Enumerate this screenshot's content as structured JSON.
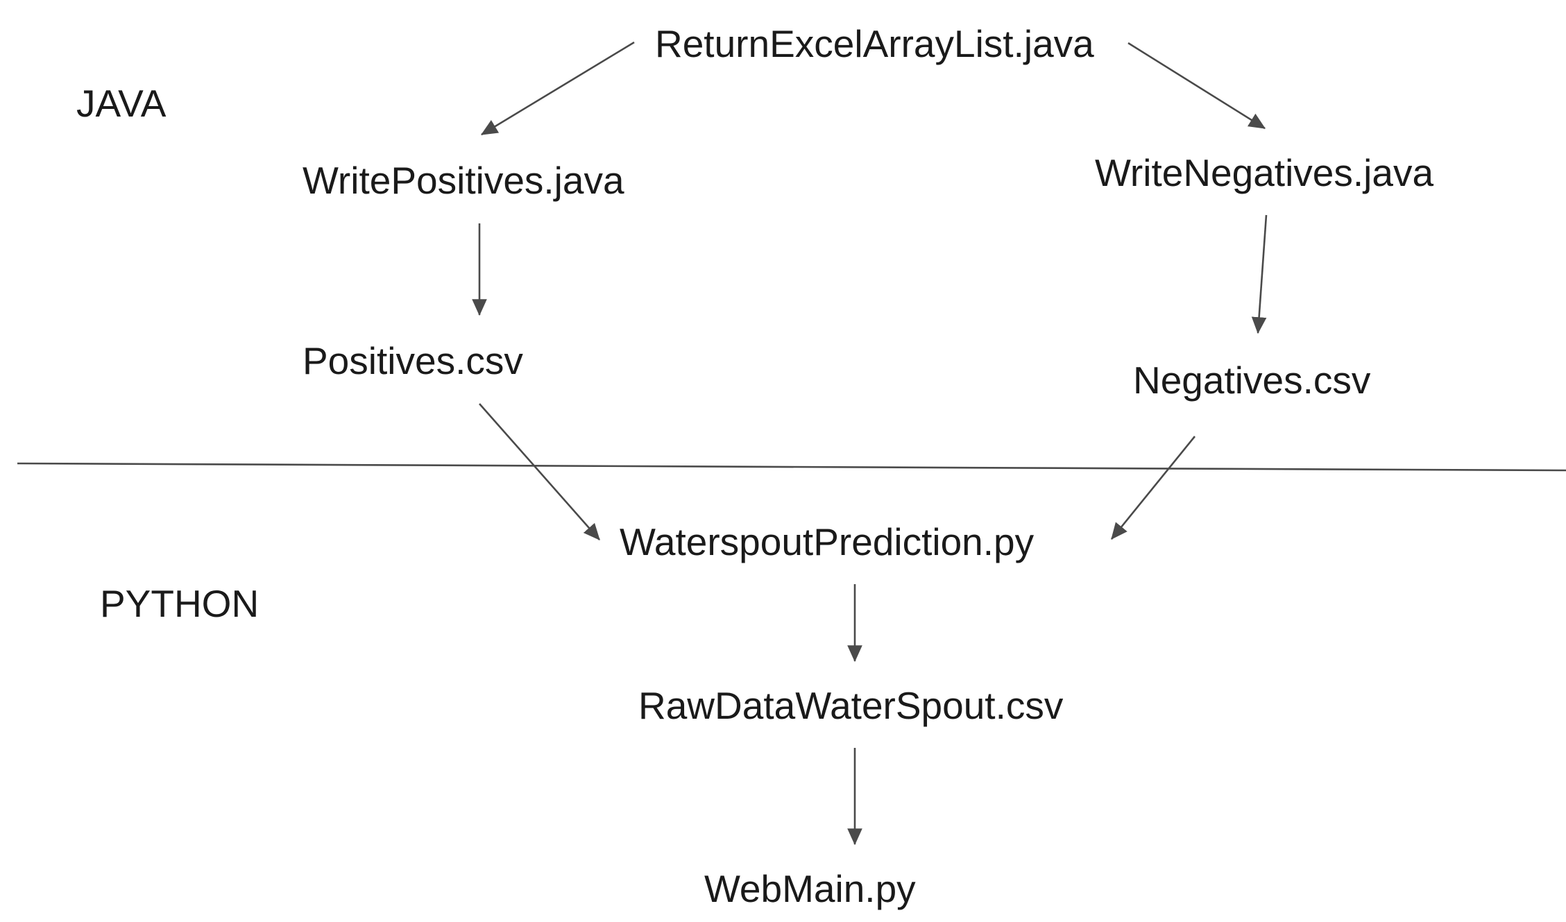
{
  "sections": {
    "java": "JAVA",
    "python": "PYTHON"
  },
  "nodes": {
    "return_excel": "ReturnExcelArrayList.java",
    "write_positives": "WritePositives.java",
    "write_negatives": "WriteNegatives.java",
    "positives_csv": "Positives.csv",
    "negatives_csv": "Negatives.csv",
    "waterspout_prediction": "WaterspoutPrediction.py",
    "raw_data": "RawDataWaterSpout.csv",
    "web_main": "WebMain.py"
  },
  "edges": [
    {
      "from": "return_excel",
      "to": "write_positives"
    },
    {
      "from": "return_excel",
      "to": "write_negatives"
    },
    {
      "from": "write_positives",
      "to": "positives_csv"
    },
    {
      "from": "write_negatives",
      "to": "negatives_csv"
    },
    {
      "from": "positives_csv",
      "to": "waterspout_prediction"
    },
    {
      "from": "negatives_csv",
      "to": "waterspout_prediction"
    },
    {
      "from": "waterspout_prediction",
      "to": "raw_data"
    },
    {
      "from": "raw_data",
      "to": "web_main"
    }
  ],
  "colors": {
    "line": "#4a4a4a",
    "text": "#1a1a1a"
  }
}
